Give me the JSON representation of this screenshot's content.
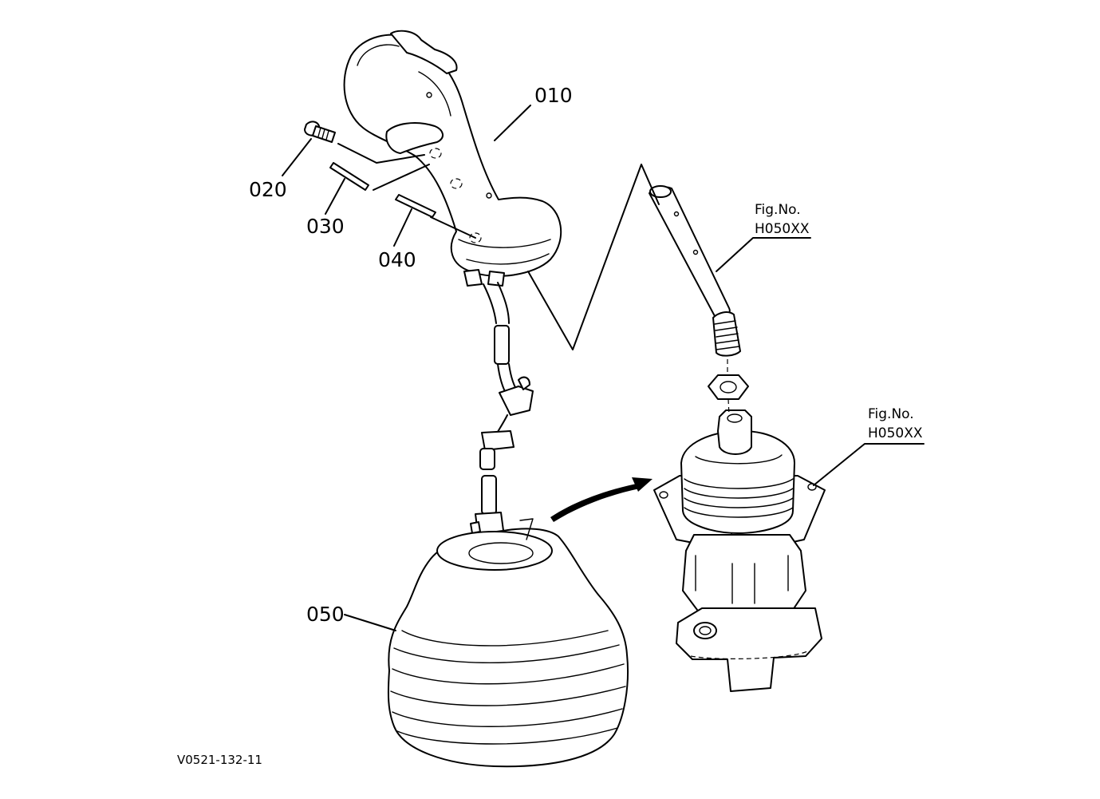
{
  "parts": [
    {
      "number": "010"
    },
    {
      "number": "020"
    },
    {
      "number": "030"
    },
    {
      "number": "040"
    },
    {
      "number": "050"
    }
  ],
  "references": [
    {
      "line1": "Fig.No.",
      "line2": "H050XX"
    },
    {
      "line1": "Fig.No.",
      "line2": "H050XX"
    }
  ],
  "drawing_code": "V0521-132-11"
}
